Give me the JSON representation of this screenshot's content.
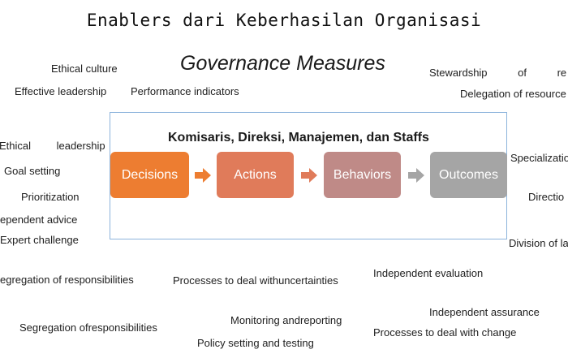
{
  "title": "Enablers dari Keberhasilan Organisasi",
  "governance_title": "Governance Measures",
  "frame_title": "Komisaris, Direksi, Manajemen, dan Staffs",
  "flow": [
    {
      "label": "Decisions",
      "color": "#ed7d31"
    },
    {
      "label": "Actions",
      "color": "#e07b5a"
    },
    {
      "label": "Behaviors",
      "color": "#bf8a87"
    },
    {
      "label": "Outcomes",
      "color": "#a5a5a5"
    }
  ],
  "arrow_colors": [
    "#ed7d31",
    "#e07b5a",
    "#a5a5a5"
  ],
  "labels": {
    "ethical_culture": "Ethical culture",
    "effective_leadership": "Effective leadership",
    "performance_indicators": "Performance indicators",
    "stewardship": "Stewardship of re",
    "delegation": "Delegation of resource",
    "ethical_leadership": "Ethical leadership",
    "goal_setting": "Goal setting",
    "prioritization": "Prioritization",
    "independent_advice": "ependent advice",
    "expert_challenge": "Expert challenge",
    "specialization": "Specializatio",
    "direction": "Directio",
    "division": "Division of la",
    "segregation_1": "egregation of responsibilities",
    "uncertainties": "Processes to deal withuncertainties",
    "independent_evaluation": "Independent evaluation",
    "independent_assurance": "Independent assurance",
    "monitoring": "Monitoring andreporting",
    "segregation_2": "Segregation ofresponsibilities",
    "change": "Processes to deal with change",
    "policy": "Policy setting and testing"
  }
}
